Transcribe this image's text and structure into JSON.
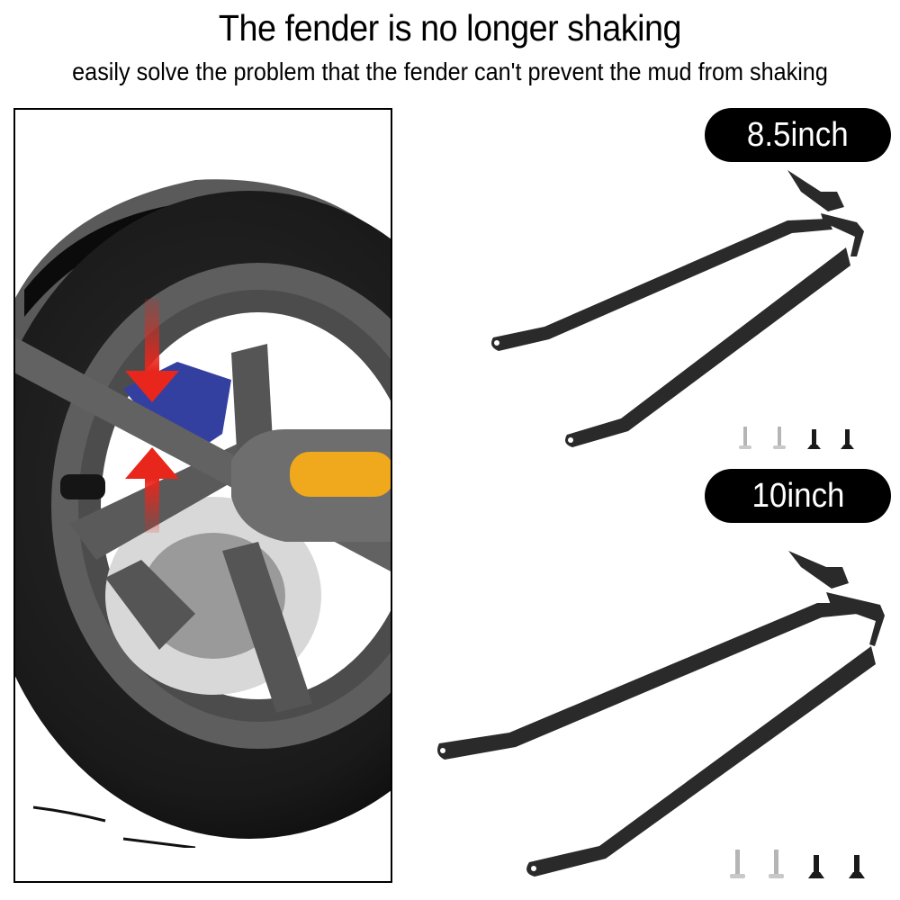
{
  "header": {
    "title": "The fender is no longer shaking",
    "subtitle": "easily solve the problem that the fender can't prevent the mud from shaking"
  },
  "photo": {
    "subject": "scooter rear wheel with fender bracket installed",
    "icons": [
      "arrow-down-icon",
      "arrow-up-icon"
    ],
    "arrow_color": "#e8261c",
    "caliper_color": "#3340a0",
    "reflector_color": "#f0a81c"
  },
  "products": [
    {
      "size_label": "8.5inch",
      "item": "fender bracket",
      "screws": [
        "silver-screw",
        "silver-screw",
        "black-screw",
        "black-screw"
      ]
    },
    {
      "size_label": "10inch",
      "item": "fender bracket",
      "screws": [
        "silver-screw",
        "silver-screw",
        "black-screw",
        "black-screw"
      ]
    }
  ],
  "colors": {
    "background": "#ffffff",
    "text": "#000000",
    "pill_bg": "#000000",
    "pill_text": "#ffffff",
    "bracket": "#2a2a2a"
  }
}
